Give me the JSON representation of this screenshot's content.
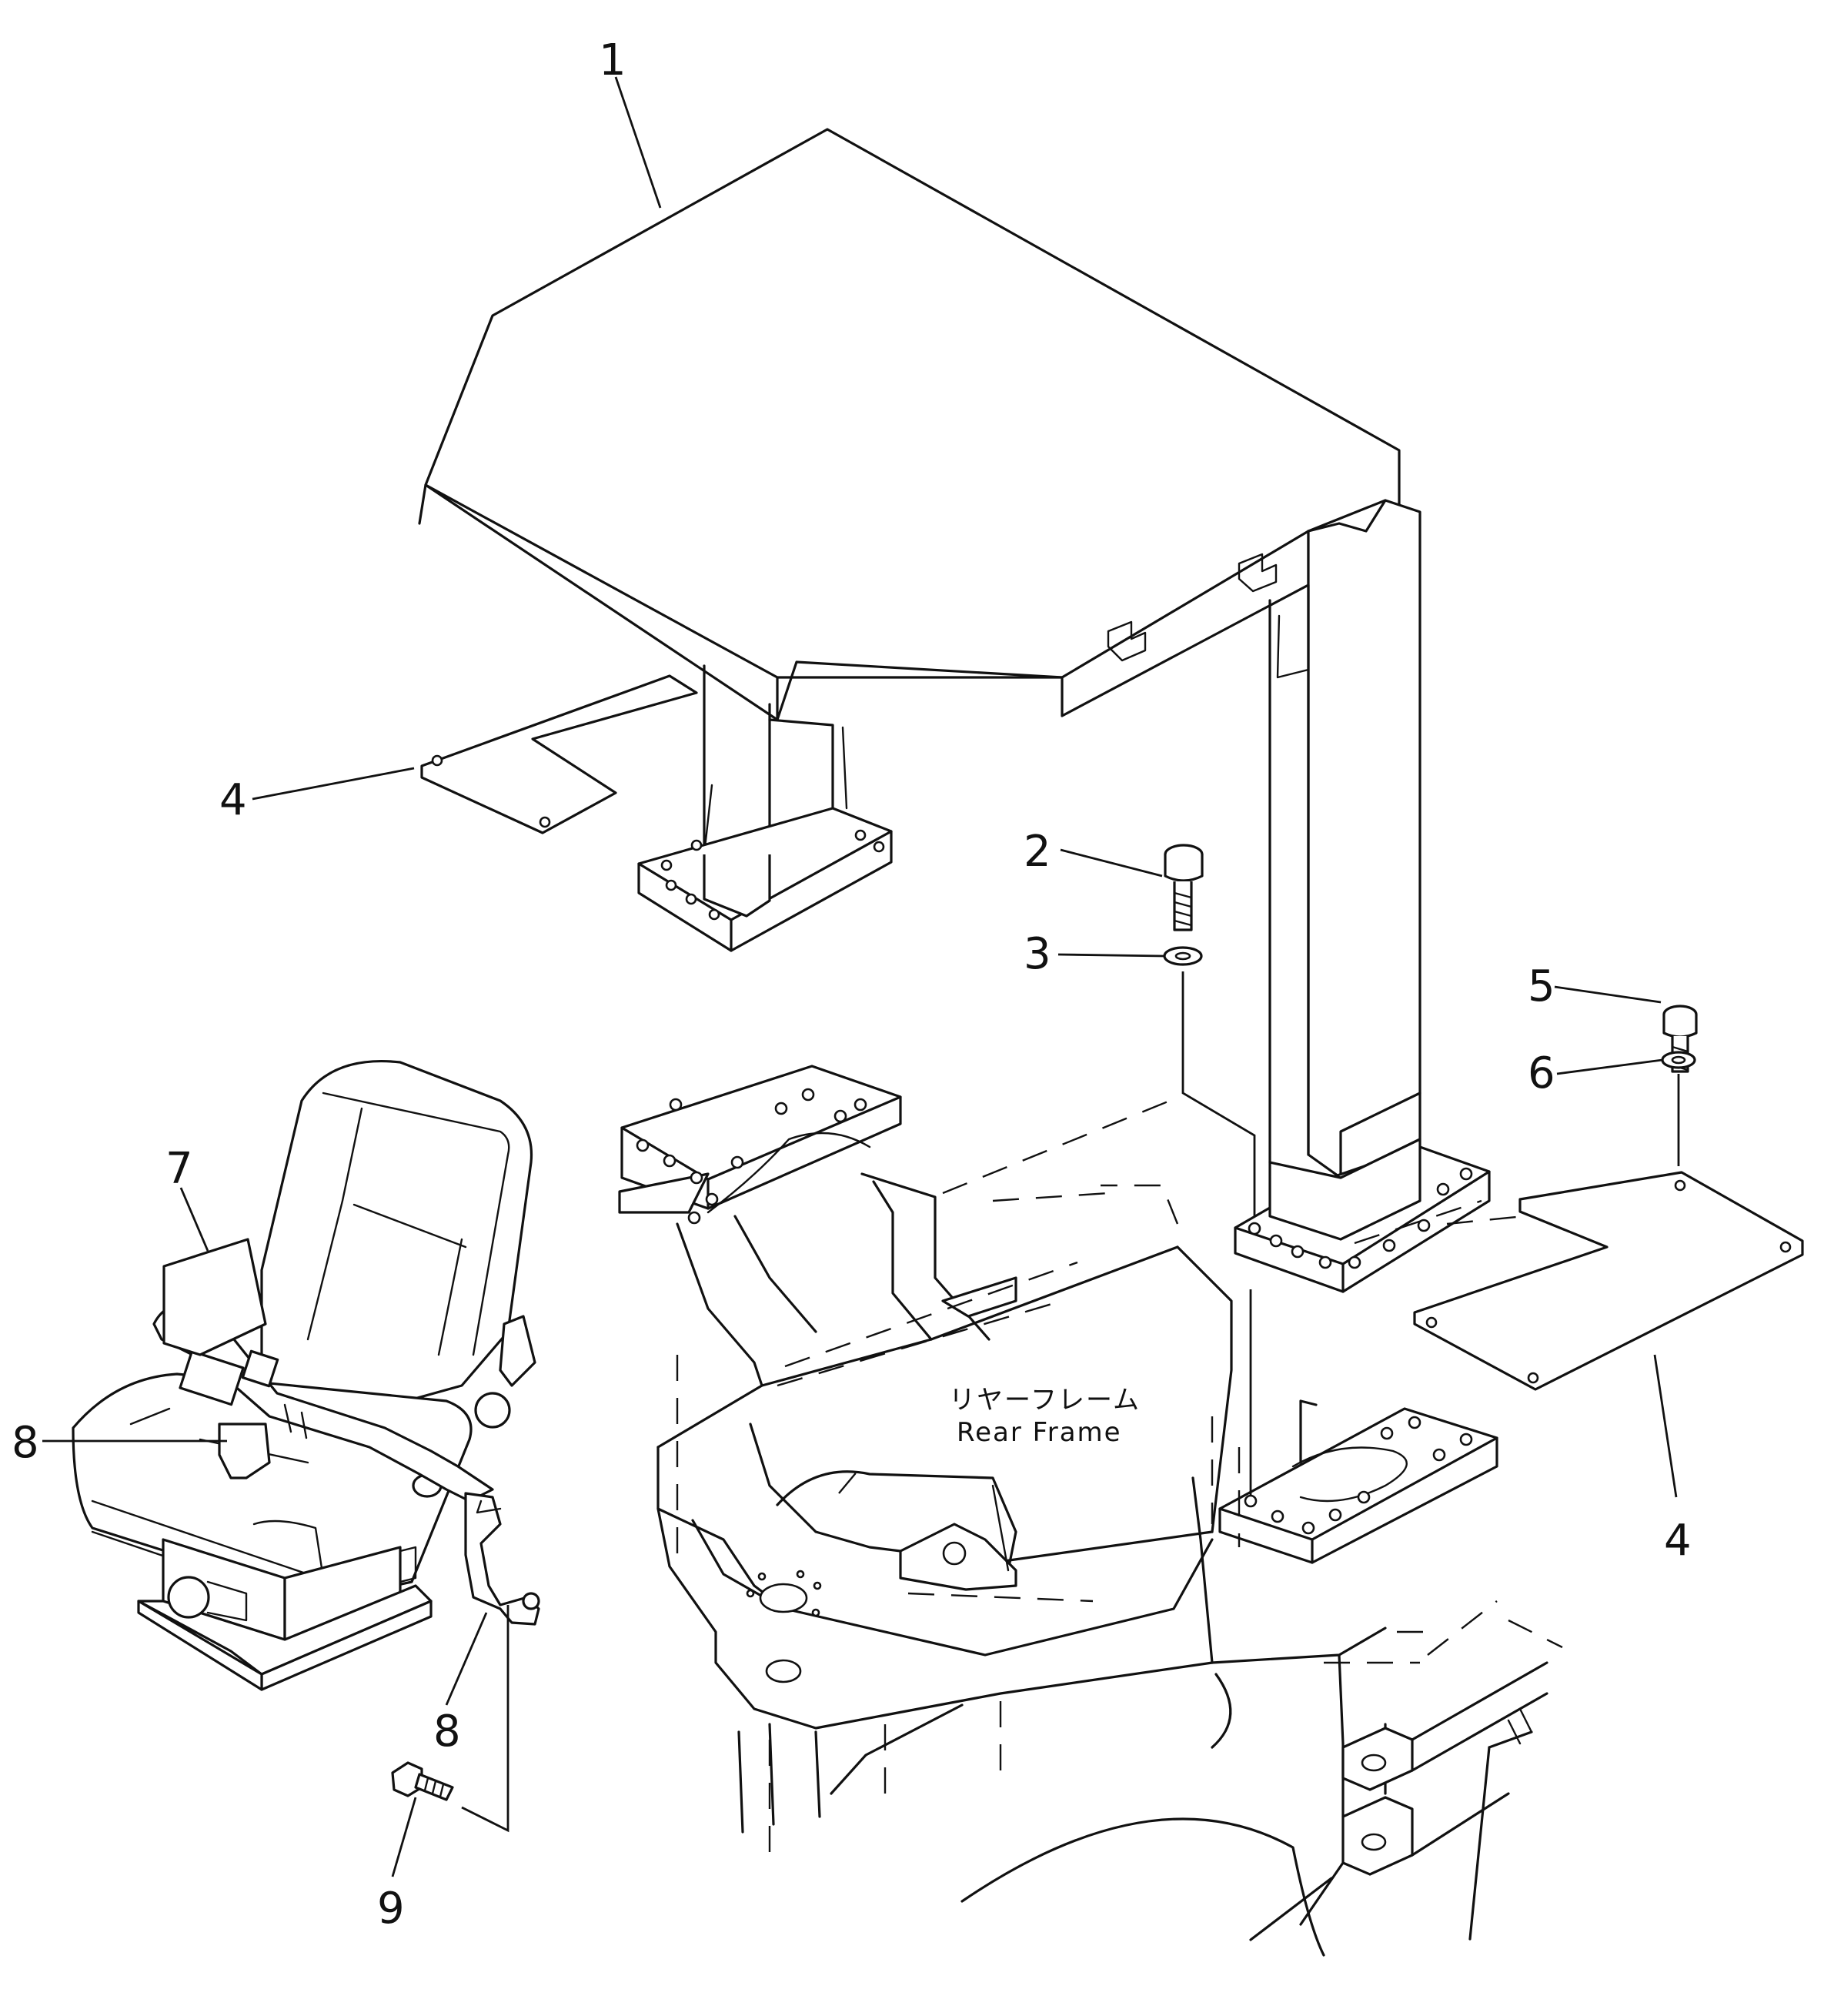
{
  "callouts": {
    "c1": "1",
    "c2": "2",
    "c3": "3",
    "c4a": "4",
    "c4b": "4",
    "c5": "5",
    "c6": "6",
    "c7": "7",
    "c8a": "8",
    "c8b": "8",
    "c9": "9"
  },
  "frame_label": {
    "japanese": "リヤーフレーム",
    "english": "Rear Frame"
  }
}
